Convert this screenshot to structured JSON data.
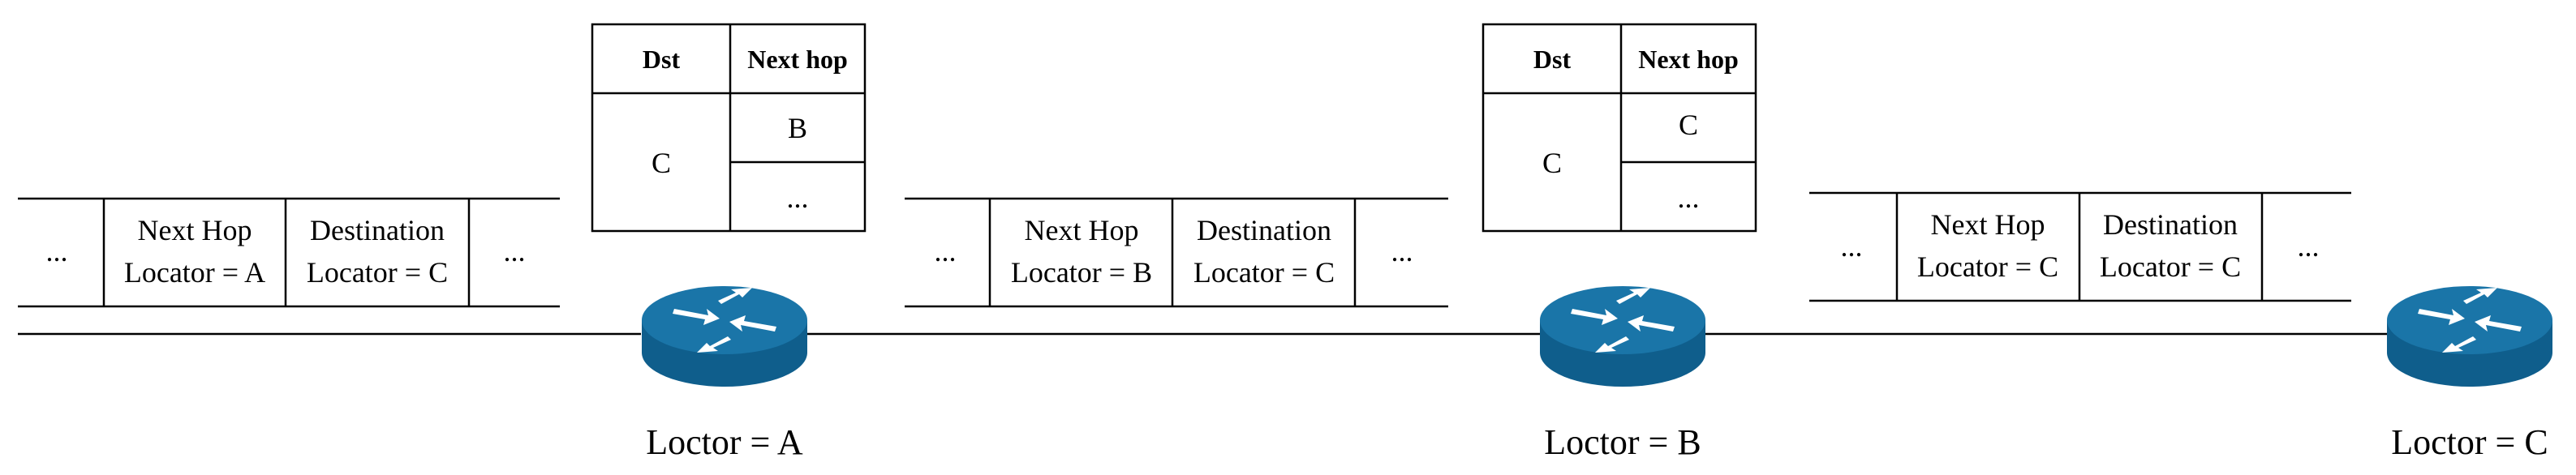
{
  "packets": [
    {
      "leading": "...",
      "next_hop": [
        "Next Hop",
        "Locator = A"
      ],
      "destination": [
        "Destination",
        "Locator = C"
      ],
      "trailing": "..."
    },
    {
      "leading": "...",
      "next_hop": [
        "Next Hop",
        "Locator = B"
      ],
      "destination": [
        "Destination",
        "Locator = C"
      ],
      "trailing": "..."
    },
    {
      "leading": "...",
      "next_hop": [
        "Next Hop",
        "Locator = C"
      ],
      "destination": [
        "Destination",
        "Locator = C"
      ],
      "trailing": "..."
    }
  ],
  "tables": [
    {
      "header_dst": "Dst",
      "header_next_hop": "Next hop",
      "dst": "C",
      "next_hop_rows": [
        "B",
        "..."
      ]
    },
    {
      "header_dst": "Dst",
      "header_next_hop": "Next hop",
      "dst": "C",
      "next_hop_rows": [
        "C",
        "..."
      ]
    }
  ],
  "routers": [
    {
      "label": "Loctor = A",
      "icon": "router-icon"
    },
    {
      "label": "Loctor = B",
      "icon": "router-icon"
    },
    {
      "label": "Loctor = C",
      "icon": "router-icon"
    }
  ],
  "colors": {
    "router_top": "#1a75a8",
    "router_side": "#0f5e8c",
    "line": "#000000"
  }
}
